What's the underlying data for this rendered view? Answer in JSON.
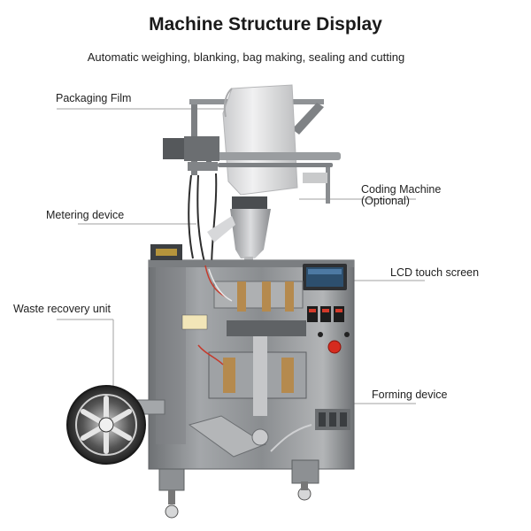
{
  "header": {
    "title": "Machine Structure Display",
    "subtitle": "Automatic weighing, blanking, bag making, sealing and cutting"
  },
  "labels": {
    "packaging_film": "Packaging Film",
    "coding_machine_line1": "Coding Machine",
    "coding_machine_line2": "(Optional)",
    "metering_device": "Metering device",
    "lcd_touch_screen": "LCD touch screen",
    "waste_recovery_unit": "Waste recovery unit",
    "forming_device": "Forming device"
  },
  "colors": {
    "steel": "#8e9092",
    "steel_dark": "#5b5e61",
    "film": "#d9dadc",
    "brass": "#b58a4e",
    "screen": "#2d4f6e",
    "estop": "#d62b1e",
    "leader_line": "#9a9a9a"
  }
}
